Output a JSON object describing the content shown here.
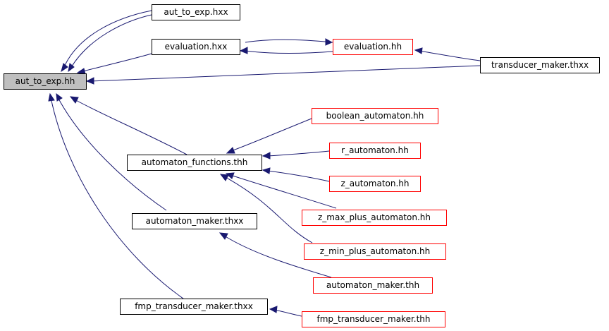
{
  "graph": {
    "edge_color": "#191970",
    "root_fill": "#bfbfbf",
    "include_border": "#ff0000",
    "nodes": {
      "aut_to_exp_hh": "aut_to_exp.hh",
      "aut_to_exp_hxx": "aut_to_exp.hxx",
      "evaluation_hxx": "evaluation.hxx",
      "evaluation_hh": "evaluation.hh",
      "transducer_maker_thxx": "transducer_maker.thxx",
      "boolean_automaton_hh": "boolean_automaton.hh",
      "r_automaton_hh": "r_automaton.hh",
      "automaton_functions_thh": "automaton_functions.thh",
      "z_automaton_hh": "z_automaton.hh",
      "z_max_plus_automaton_hh": "z_max_plus_automaton.hh",
      "automaton_maker_thxx": "automaton_maker.thxx",
      "z_min_plus_automaton_hh": "z_min_plus_automaton.hh",
      "automaton_maker_thh": "automaton_maker.thh",
      "fmp_transducer_maker_thxx": "fmp_transducer_maker.thxx",
      "fmp_transducer_maker_thh": "fmp_transducer_maker.thh"
    }
  }
}
